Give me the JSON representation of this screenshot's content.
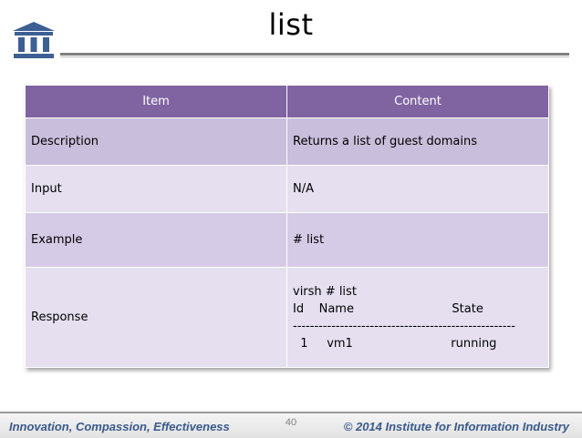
{
  "slide": {
    "title": "list",
    "page_number": "40"
  },
  "table": {
    "headers": [
      "Item",
      "Content"
    ],
    "rows": [
      {
        "item": "Description",
        "content": "Returns a list of guest domains"
      },
      {
        "item": "Input",
        "content": "N/A"
      },
      {
        "item": "Example",
        "content": "# list"
      },
      {
        "item": "Response",
        "content_lines": [
          "virsh # list",
          "Id    Name                          State",
          "----------------------------------------------------",
          "  1     vm1                          running"
        ]
      }
    ]
  },
  "footer": {
    "left": "Innovation, Compassion, Effectiveness",
    "right": "© 2014 Institute for Information Industry"
  },
  "colors": {
    "header_bg": "#8064a2",
    "footer_text": "#3a5a8a"
  }
}
